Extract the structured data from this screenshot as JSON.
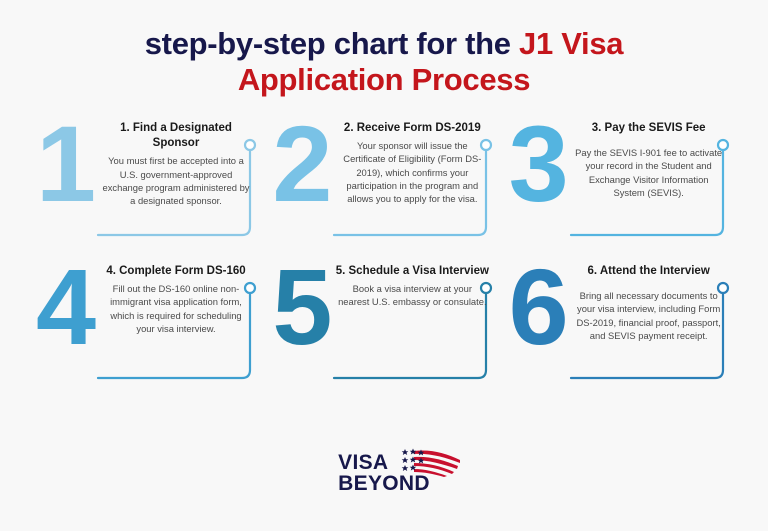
{
  "page": {
    "background_color": "#f8f8f8",
    "navy": "#17184b",
    "red": "#c4161c"
  },
  "title": {
    "line1_part1": "step-by-step chart for the ",
    "line1_part2": "J1 Visa",
    "line2": "Application Process"
  },
  "steps": [
    {
      "numeral": "1",
      "title": "1. Find a Designated Sponsor",
      "body": "You must first be accepted into a U.S. government-approved exchange program administered by a designated sponsor.",
      "color": "#8cc8e6"
    },
    {
      "numeral": "2",
      "title": "2. Receive Form DS-2019",
      "body": "Your sponsor will issue the Certificate of Eligibility (Form DS-2019), which confirms your participation in the program and allows you to apply for the visa.",
      "color": "#79c2e6"
    },
    {
      "numeral": "3",
      "title": "3. Pay the SEVIS Fee",
      "body": "Pay the SEVIS I-901 fee to activate your record in the Student and Exchange Visitor Information System (SEVIS).",
      "color": "#54b4e0"
    },
    {
      "numeral": "4",
      "title": "4. Complete Form DS-160",
      "body": "Fill out the DS-160 online non-immigrant visa application form, which is required for scheduling your visa interview.",
      "color": "#3e9fd0"
    },
    {
      "numeral": "5",
      "title": "5. Schedule a Visa Interview",
      "body": "Book a visa interview at your nearest U.S. embassy or consulate.",
      "color": "#2680a8"
    },
    {
      "numeral": "6",
      "title": "6. Attend the Interview",
      "body": "Bring all necessary documents to your visa interview, including Form DS-2019, financial proof, passport, and SEVIS payment receipt.",
      "color": "#2b7fb8"
    }
  ],
  "logo": {
    "line1": "VISA",
    "line2": "BEYOND",
    "flag_icon": "us-flag-swoosh-icon",
    "star_color": "#17184b",
    "stripe_color": "#c8102e"
  }
}
